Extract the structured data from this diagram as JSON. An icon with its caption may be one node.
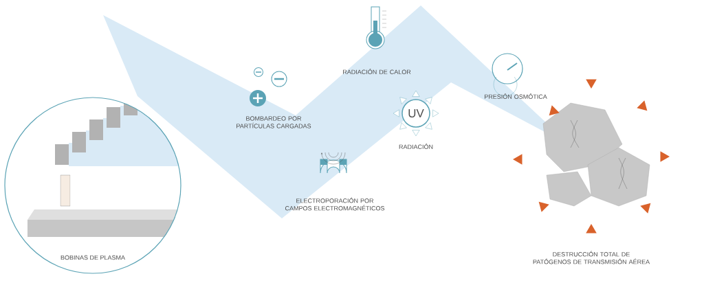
{
  "diagram": {
    "nodes": [
      {
        "text": [
          "BOBINAS DE PLASMA"
        ]
      }
    ],
    "labels": [
      "RADIACIÓN DE CALOR",
      "BOMBARDEO POR PARTÍCULAS CARGADAS",
      "PRESIÓN OSMÓTICA",
      "RADIACIÓN",
      "UV",
      "ELECTROPORACIÓN POR CAMPOS ELECTROMAGNÉTICOS",
      "DESTRUCCIÓN TOTAL DE PATÓGENOS DE TRANSMISIÓN AÉREA"
    ]
  }
}
